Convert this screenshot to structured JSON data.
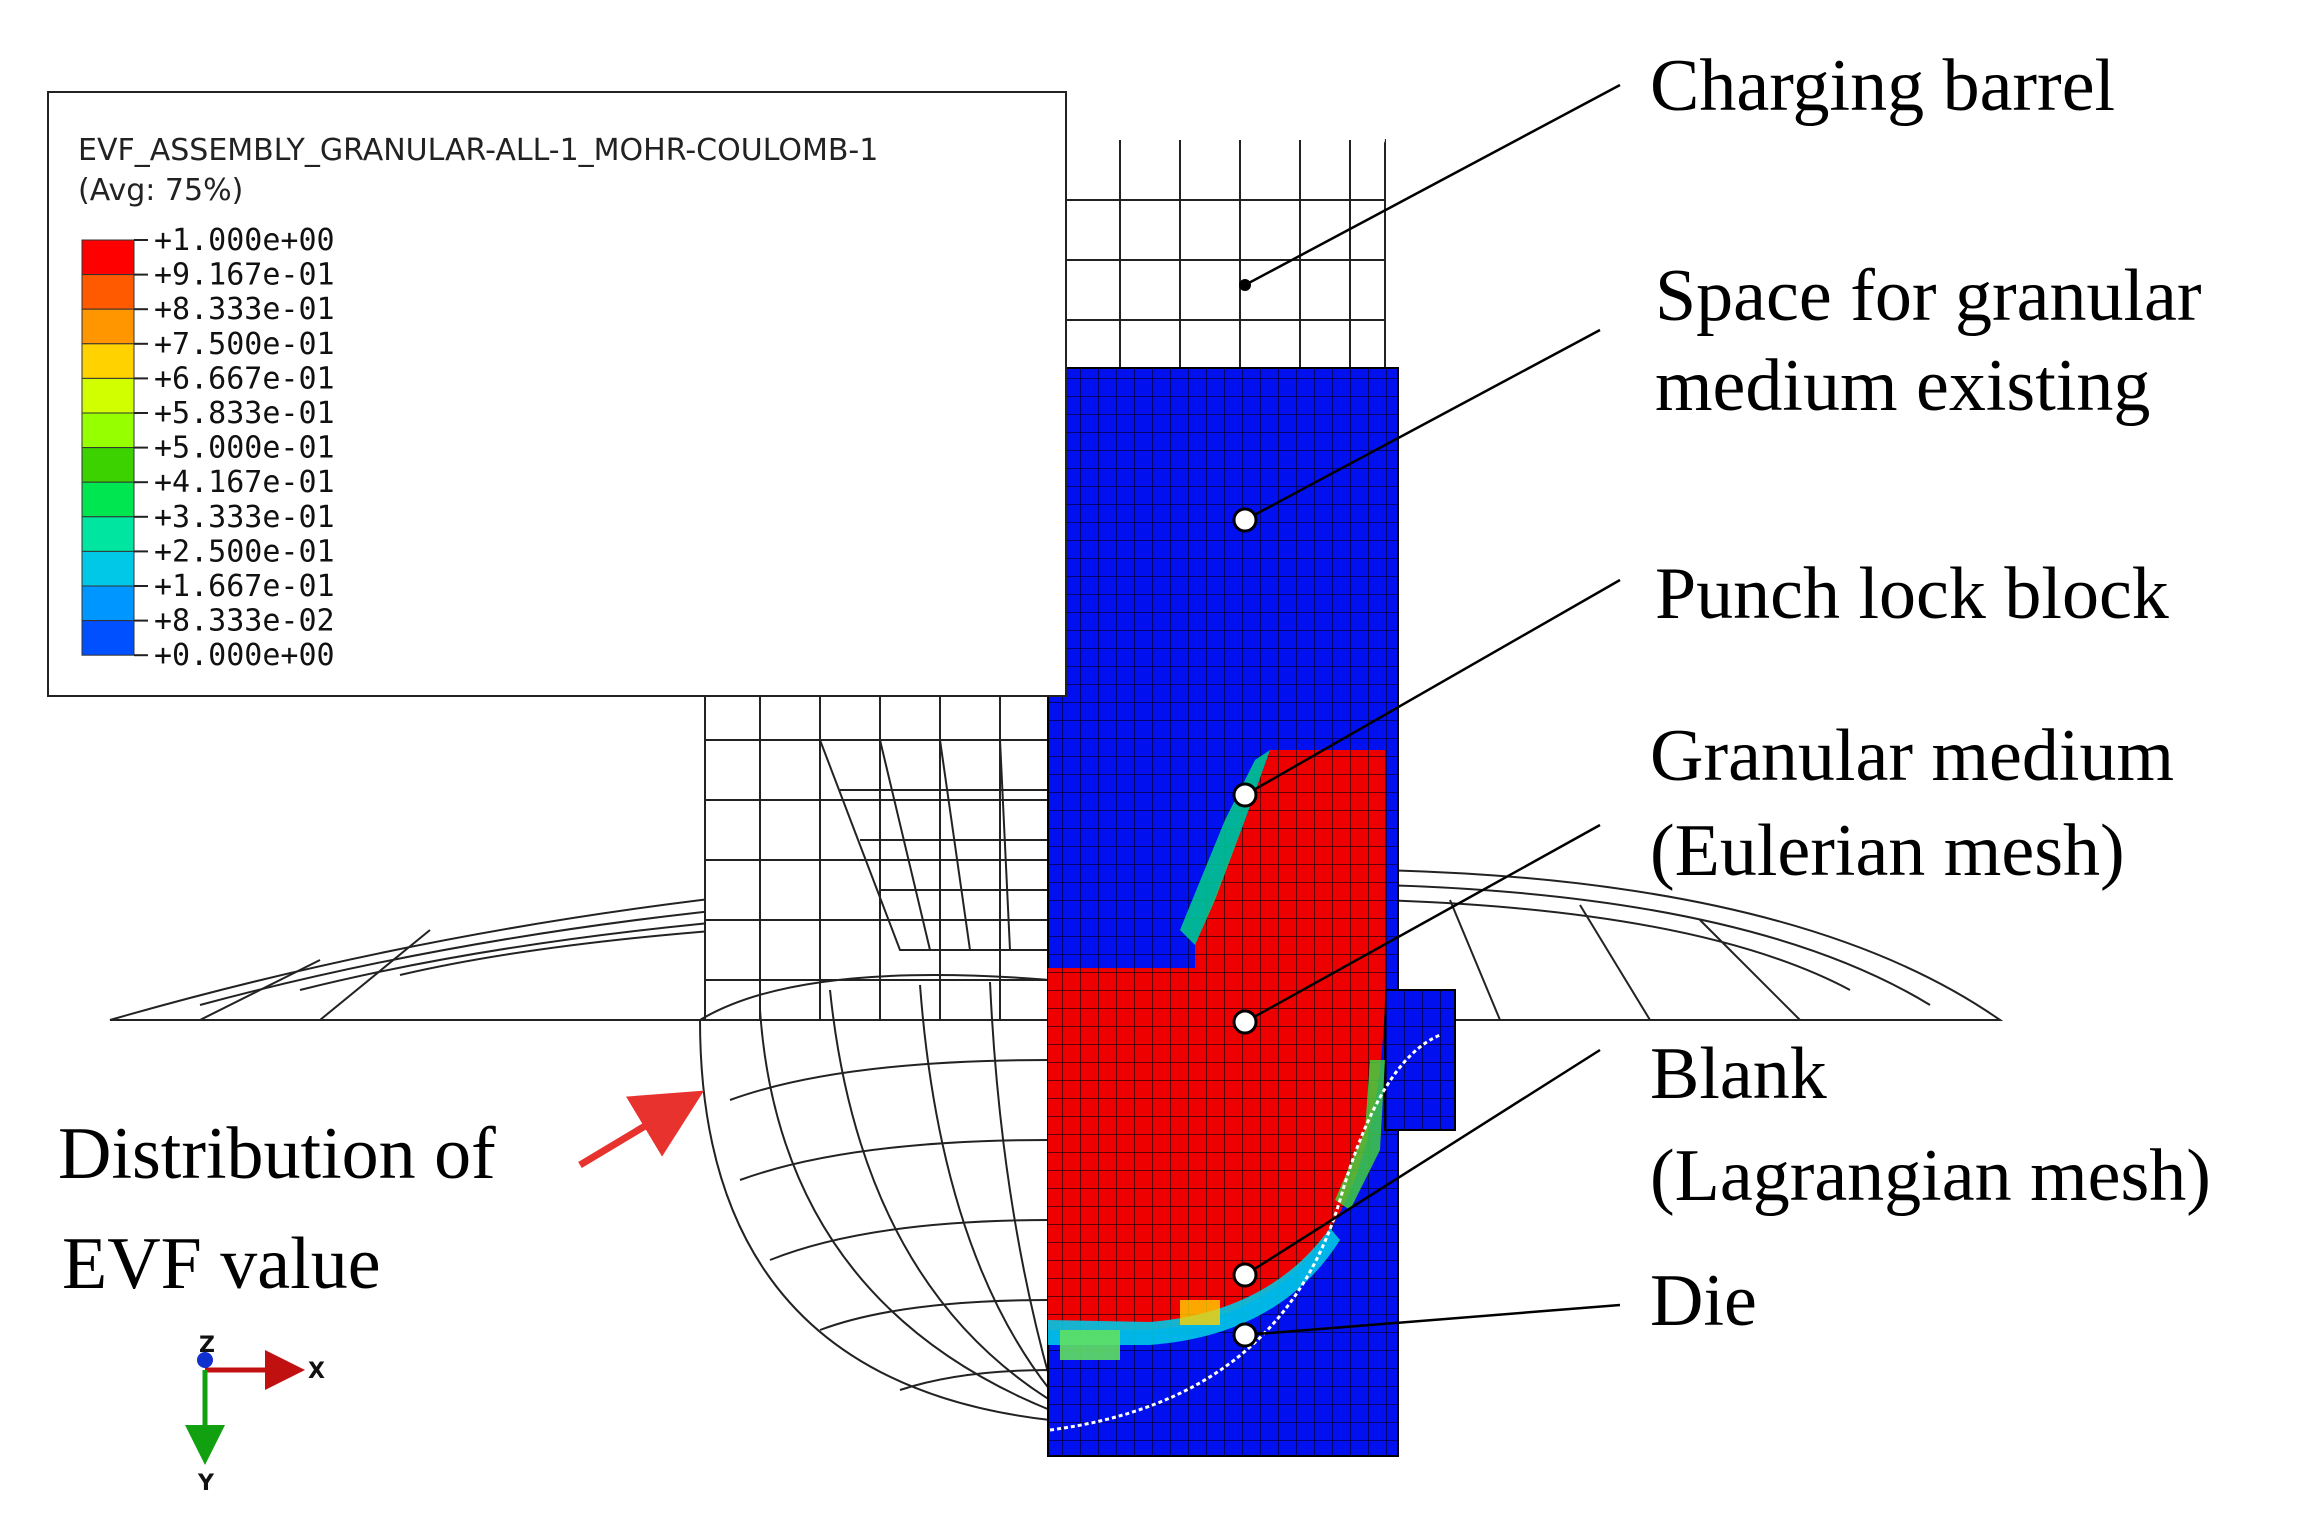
{
  "legend": {
    "title": "EVF_ASSEMBLY_GRANULAR-ALL-1_MOHR-COULOMB-1",
    "subtitle": "(Avg: 75%)",
    "values": [
      "+1.000e+00",
      "+9.167e-01",
      "+8.333e-01",
      "+7.500e-01",
      "+6.667e-01",
      "+5.833e-01",
      "+5.000e-01",
      "+4.167e-01",
      "+3.333e-01",
      "+2.500e-01",
      "+1.667e-01",
      "+8.333e-02",
      "+0.000e+00"
    ],
    "colors": [
      "#ff0000",
      "#ff5a00",
      "#ff9600",
      "#ffd200",
      "#d2ff00",
      "#96ff00",
      "#3cd200",
      "#00e650",
      "#00e6a0",
      "#00c8e6",
      "#0096ff",
      "#0050ff",
      "#0000ff"
    ]
  },
  "labels": {
    "charging_barrel": "Charging barrel",
    "space_line1": "Space for granular",
    "space_line2": "medium existing",
    "punch_lock": "Punch lock block",
    "granular_line1": "Granular medium",
    "granular_line2": "(Eulerian mesh)",
    "blank_line1": "Blank",
    "blank_line2": "(Lagrangian mesh)",
    "die": "Die",
    "dist_line1": "Distribution of",
    "dist_line2": "EVF value"
  },
  "axes": {
    "x": "X",
    "y": "Y",
    "z": "Z"
  },
  "colors": {
    "eulerian_empty": "#0010ee",
    "eulerian_full": "#ee0000",
    "arrow": "#e8322e"
  }
}
